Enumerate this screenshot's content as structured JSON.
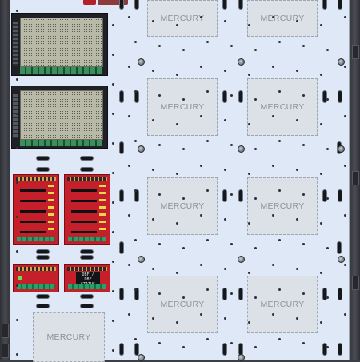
{
  "panel": {
    "plate_color": "#dfe8f6",
    "frame_color": "#3c3f44"
  },
  "placeholders": [
    {
      "label": "MERCURY"
    },
    {
      "label": "MERCURY"
    },
    {
      "label": "MERCURY"
    },
    {
      "label": "MERCURY"
    },
    {
      "label": "MERCURY"
    },
    {
      "label": "MERCURY"
    },
    {
      "label": "MERCURY"
    },
    {
      "label": "MERCURY"
    },
    {
      "label": "MERCURY"
    }
  ],
  "components": {
    "power_supplies": 2,
    "relay_boards": 2,
    "small_boards": [
      {
        "chip_label": "DBF / DBF"
      },
      {
        "chip_label": ""
      }
    ]
  },
  "chip_text": {
    "main": "DBF / DBF",
    "sub": "STATUS"
  }
}
